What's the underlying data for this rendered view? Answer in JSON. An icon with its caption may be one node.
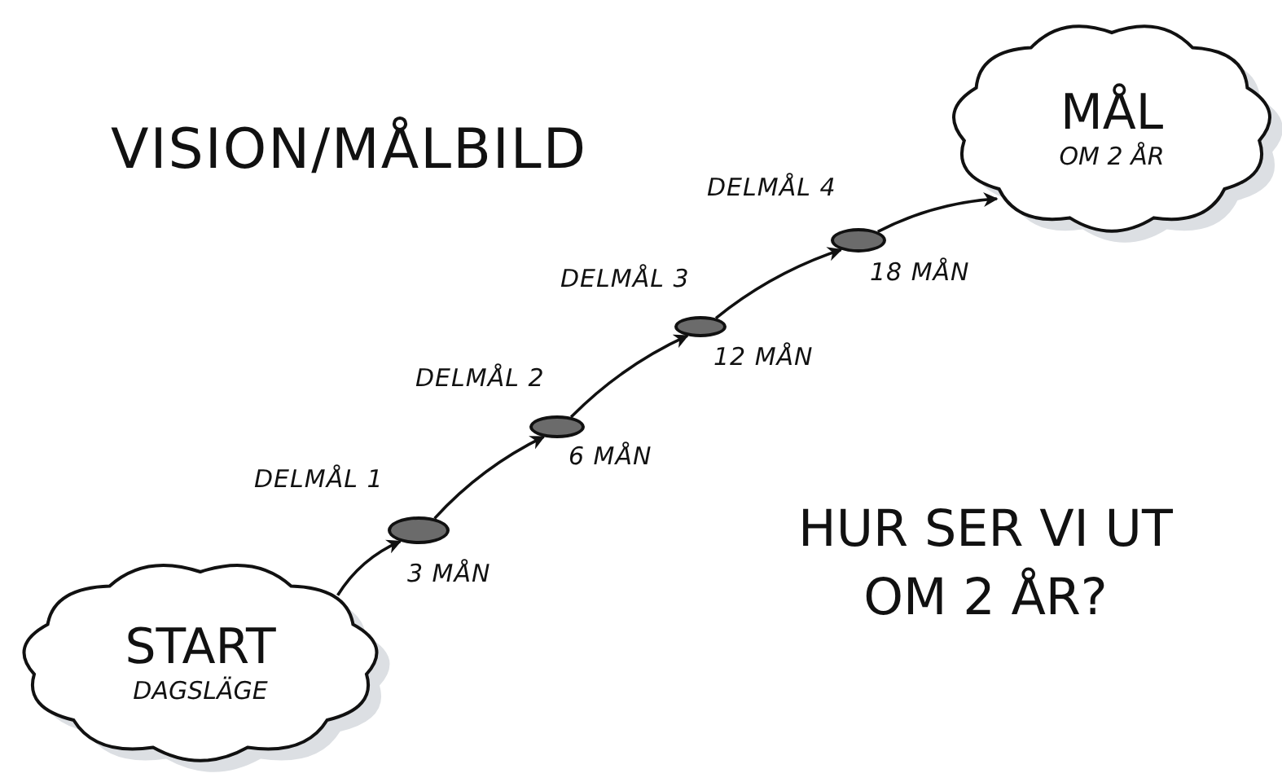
{
  "diagram": {
    "title": "VISION/MÅLBILD",
    "nodes": [
      {
        "text": [
          "START",
          "DAGSLÄGE"
        ]
      },
      {
        "text": [],
        "shape": "ellipse",
        "beside": [
          "DELMÅL 1",
          "3 MÅN"
        ]
      },
      {
        "text": [],
        "shape": "ellipse",
        "beside": [
          "DELMÅL 2",
          "6 MÅN"
        ]
      },
      {
        "text": [],
        "shape": "ellipse",
        "beside": [
          "DELMÅL 3",
          "12 MÅN"
        ]
      },
      {
        "text": [],
        "shape": "ellipse",
        "beside": [
          "DELMÅL 4",
          "18 MÅN"
        ]
      },
      {
        "text": [
          "MÅL",
          "OM 2 ÅR"
        ]
      }
    ],
    "edges": [
      {
        "from": 0,
        "to": 1,
        "arrow": "to"
      },
      {
        "from": 1,
        "to": 2,
        "arrow": "to"
      },
      {
        "from": 2,
        "to": 3,
        "arrow": "to"
      },
      {
        "from": 3,
        "to": 4,
        "arrow": "to"
      },
      {
        "from": 4,
        "to": 5,
        "arrow": "to"
      }
    ],
    "labels": [
      "HUR SER VI UT OM 2 ÅR?"
    ]
  }
}
